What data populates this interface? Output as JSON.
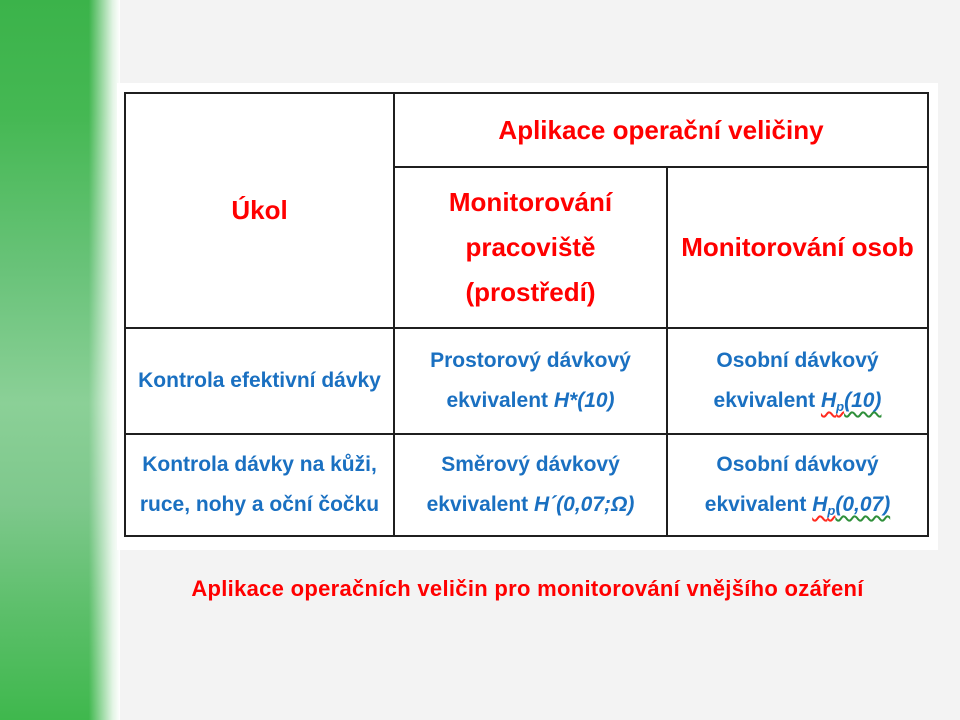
{
  "slide": {
    "background_color": "#f3f3f3",
    "sidebar_green_dark": "#3bb34a",
    "sidebar_green_light": "#8bd097",
    "header_text_color": "#ff0000",
    "body_text_color": "#1a70c1",
    "table_border_color": "#1f1f1f",
    "spellcheck_underline_red": "#ff2a1f",
    "spellcheck_underline_green": "#2f8f3a"
  },
  "table": {
    "header": {
      "ukol": "Úkol",
      "aplikace": "Aplikace operační veličiny",
      "monitor_pracoviste": {
        "line1": "Monitorování",
        "line2": "pracoviště",
        "line3": "(prostředí)"
      },
      "monitor_osob": "Monitorování osob"
    },
    "rows": [
      {
        "ukol": {
          "line1": "Kontrola efektivní dávky"
        },
        "pracoviste": {
          "line1": "Prostorový dávkový",
          "line2_prefix": "ekvivalent ",
          "formula": "H*(10)"
        },
        "osoby": {
          "line1": "Osobní dávkový",
          "line2_prefix": "ekvivalent ",
          "h": "H",
          "sub": "p",
          "tail": "(10)"
        }
      },
      {
        "ukol": {
          "line1": "Kontrola dávky na kůži,",
          "line2": "ruce, nohy a oční čočku"
        },
        "pracoviste": {
          "line1": "Směrový dávkový",
          "line2_prefix": "ekvivalent ",
          "formula": "H´(0,07;Ω)"
        },
        "osoby": {
          "line1": "Osobní dávkový",
          "line2_prefix": "ekvivalent ",
          "h": "H",
          "sub": "p",
          "tail": "(0,07)"
        }
      }
    ]
  },
  "caption": "Aplikace operačních veličin pro monitorování vnějšího ozáření"
}
